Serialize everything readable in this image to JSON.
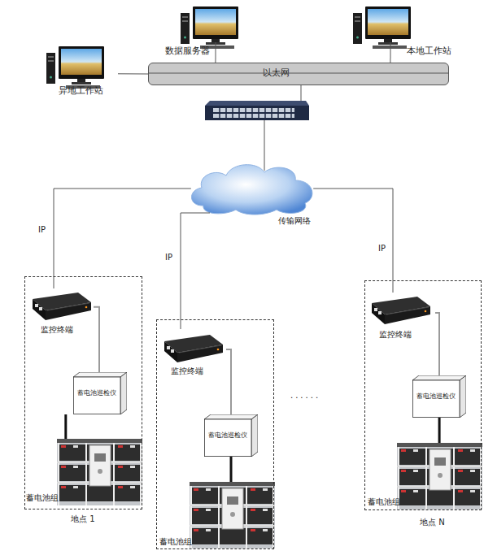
{
  "diagram": {
    "nodes": [
      {
        "text": [
          "数据服务器"
        ]
      },
      {
        "text": [
          "本地工作站"
        ]
      },
      {
        "text": [
          "异地工作站"
        ]
      },
      {
        "text": [
          "以太网"
        ]
      },
      {
        "text": [
          "传输网络"
        ]
      },
      {
        "text": [
          "地点 1"
        ]
      },
      {
        "text": [
          "监控终端"
        ],
        "in": 5
      },
      {
        "text": [
          "蓄电池巡检仪"
        ],
        "in": 5
      },
      {
        "text": [
          "蓄电池组"
        ],
        "in": 5
      },
      {
        "text": []
      },
      {
        "text": [
          "监控终端"
        ],
        "in": 9
      },
      {
        "text": [
          "蓄电池巡检仪"
        ],
        "in": 9
      },
      {
        "text": [
          "蓄电池组"
        ],
        "in": 9
      },
      {
        "text": [
          "地点 N"
        ]
      },
      {
        "text": [
          "监控终端"
        ],
        "in": 13
      },
      {
        "text": [
          "蓄电池巡检仪"
        ],
        "in": 13
      },
      {
        "text": [
          "蓄电池组"
        ],
        "in": 13
      }
    ],
    "edges": [
      {
        "from": 0,
        "to": 3,
        "arrow": "none"
      },
      {
        "from": 1,
        "to": 3,
        "arrow": "none"
      },
      {
        "from": 2,
        "to": 3,
        "arrow": "none"
      },
      {
        "from": 4,
        "to": 6,
        "label": "IP",
        "arrow": "none"
      },
      {
        "from": 6,
        "to": 7,
        "arrow": "none"
      },
      {
        "from": 7,
        "to": 8,
        "arrow": "none"
      },
      {
        "from": 4,
        "to": 10,
        "label": "IP",
        "arrow": "none"
      },
      {
        "from": 10,
        "to": 11,
        "arrow": "none"
      },
      {
        "from": 11,
        "to": 12,
        "arrow": "none"
      },
      {
        "from": 4,
        "to": 14,
        "label": "IP",
        "arrow": "none"
      },
      {
        "from": 14,
        "to": 15,
        "arrow": "none"
      },
      {
        "from": 15,
        "to": 16,
        "arrow": "none"
      }
    ],
    "labels": [
      "......"
    ]
  }
}
